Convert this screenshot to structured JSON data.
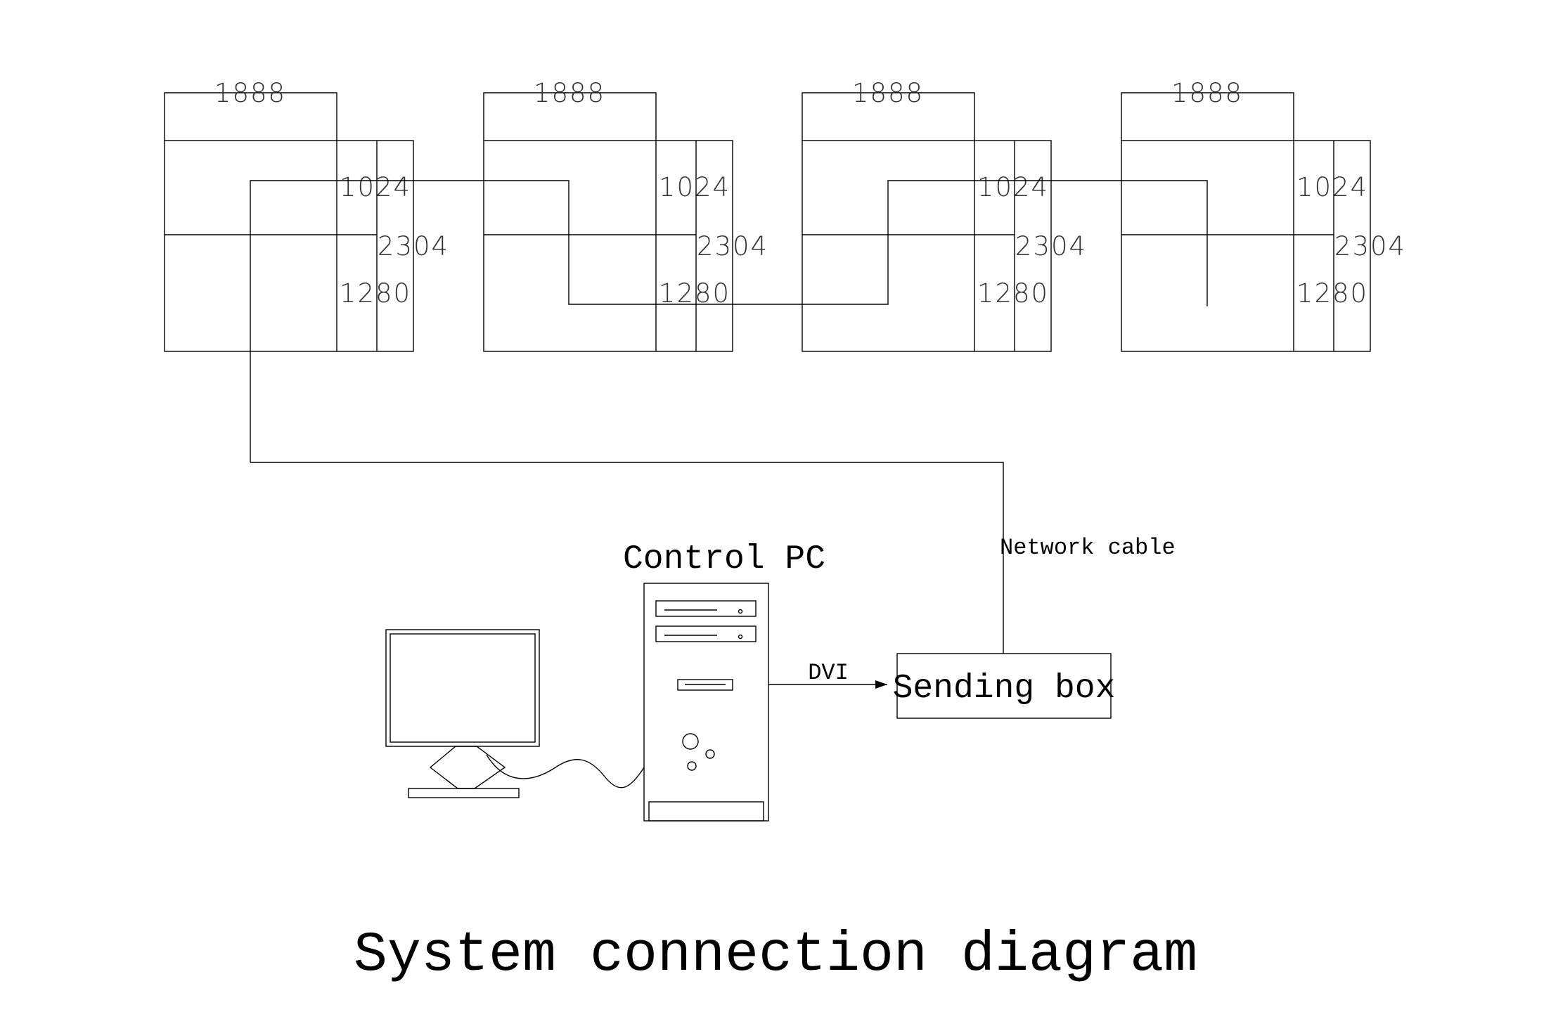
{
  "labels": {
    "width_top": "1888",
    "height_upper": "1024",
    "height_total": "2304",
    "height_lower": "1280",
    "control_pc": "Control PC",
    "sending_box": "Sending box",
    "dvi": "DVI",
    "network_cable": "Network cable",
    "title": "System connection diagram"
  },
  "colors": {
    "line": "#000000",
    "dimension_text": "#333333",
    "background": "#ffffff"
  },
  "icons": [
    "monitor-icon",
    "pc-tower-icon"
  ]
}
